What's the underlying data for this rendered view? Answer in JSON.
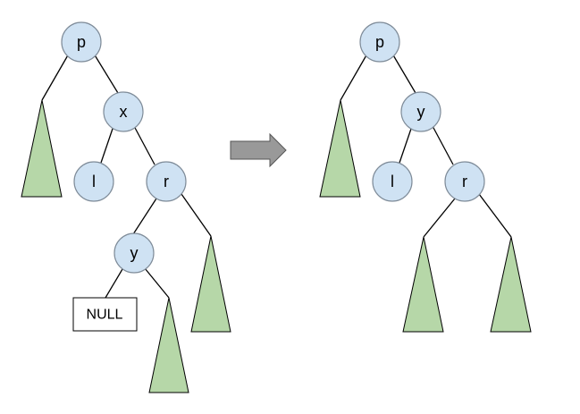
{
  "before_tree": {
    "node_p": "p",
    "node_x": "x",
    "node_l": "l",
    "node_r": "r",
    "node_y": "y",
    "null_leaf": "NULL"
  },
  "after_tree": {
    "node_p": "p",
    "node_y": "y",
    "node_l": "l",
    "node_r": "r"
  },
  "colors": {
    "node_fill": "#cfe2f3",
    "subtree_fill": "#b6d7a8",
    "arrow_fill": "#999999"
  }
}
